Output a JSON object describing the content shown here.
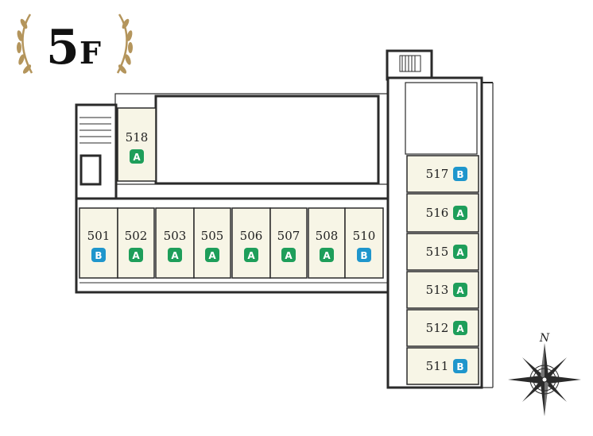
{
  "floor": {
    "number": "5",
    "unit": "F"
  },
  "colors": {
    "type_A": "#1e9e5a",
    "type_B": "#1f96cc",
    "room_fill": "#f7f5e6",
    "laurel": "#b4955c"
  },
  "rooms": [
    {
      "number": "518",
      "type": "A"
    },
    {
      "number": "501",
      "type": "B"
    },
    {
      "number": "502",
      "type": "A"
    },
    {
      "number": "503",
      "type": "A"
    },
    {
      "number": "505",
      "type": "A"
    },
    {
      "number": "506",
      "type": "A"
    },
    {
      "number": "507",
      "type": "A"
    },
    {
      "number": "508",
      "type": "A"
    },
    {
      "number": "510",
      "type": "B"
    },
    {
      "number": "517",
      "type": "B"
    },
    {
      "number": "516",
      "type": "A"
    },
    {
      "number": "515",
      "type": "A"
    },
    {
      "number": "513",
      "type": "A"
    },
    {
      "number": "512",
      "type": "A"
    },
    {
      "number": "511",
      "type": "B"
    }
  ],
  "compass": {
    "north_label": "N",
    "icon": "compass-rose-icon"
  },
  "icons": [
    "laurel-left-icon",
    "laurel-right-icon",
    "stairs-icon",
    "compass-rose-icon"
  ]
}
